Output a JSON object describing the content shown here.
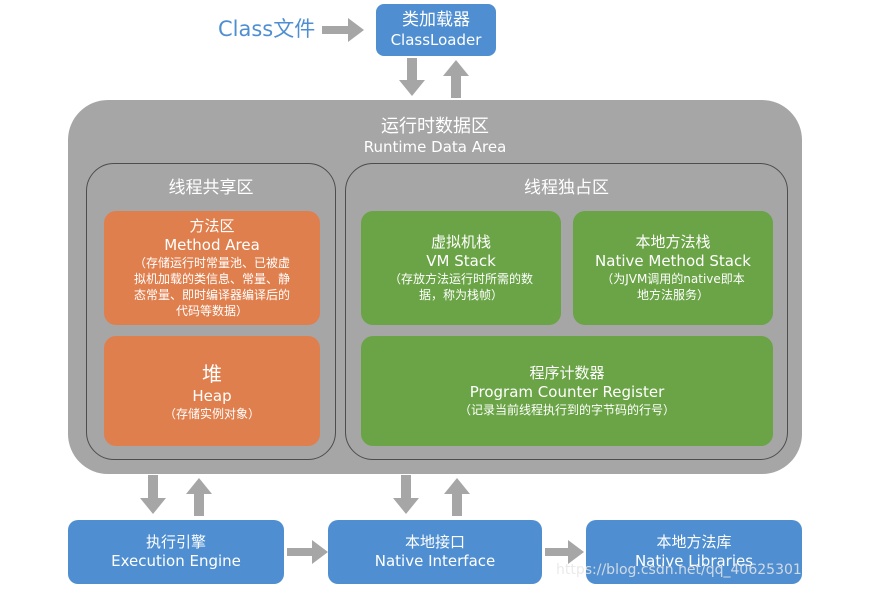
{
  "source": {
    "label": "Class文件"
  },
  "classloader": {
    "title_cn": "类加载器",
    "title_en": "ClassLoader"
  },
  "runtime": {
    "title_cn": "运行时数据区",
    "title_en": "Runtime Data Area"
  },
  "shared": {
    "title": "线程共享区",
    "method_area": {
      "title_cn": "方法区",
      "title_en": "Method Area",
      "desc": [
        "（存储运行时常量池、已被虚",
        "拟机加载的类信息、常量、静",
        "态常量、即时编译器编译后的",
        "代码等数据）"
      ]
    },
    "heap": {
      "title_cn": "堆",
      "title_en": "Heap",
      "desc": "（存储实例对象）"
    }
  },
  "private": {
    "title": "线程独占区",
    "vm_stack": {
      "title_cn": "虚拟机栈",
      "title_en": "VM Stack",
      "desc": [
        "（存放方法运行时所需的数",
        "据，称为栈帧）"
      ]
    },
    "native_stack": {
      "title_cn": "本地方法栈",
      "title_en": "Native Method Stack",
      "desc": [
        "（为JVM调用的native即本",
        "地方法服务）"
      ]
    },
    "pc_register": {
      "title_cn": "程序计数器",
      "title_en": "Program Counter Register",
      "desc": "（记录当前线程执行到的字节码的行号）"
    }
  },
  "execution_engine": {
    "title_cn": "执行引擎",
    "title_en": "Execution Engine"
  },
  "native_interface": {
    "title_cn": "本地接口",
    "title_en": "Native Interface"
  },
  "native_libraries": {
    "title_cn": "本地方法库",
    "title_en": "Native Libraries"
  },
  "watermark": "https://blog.csdn.net/qq_40625301",
  "colors": {
    "blue": "#4f8fd1",
    "gray": "#a6a6a6",
    "orange": "#e07f4e",
    "green": "#6aa446",
    "arrow": "#a6a6a6"
  }
}
